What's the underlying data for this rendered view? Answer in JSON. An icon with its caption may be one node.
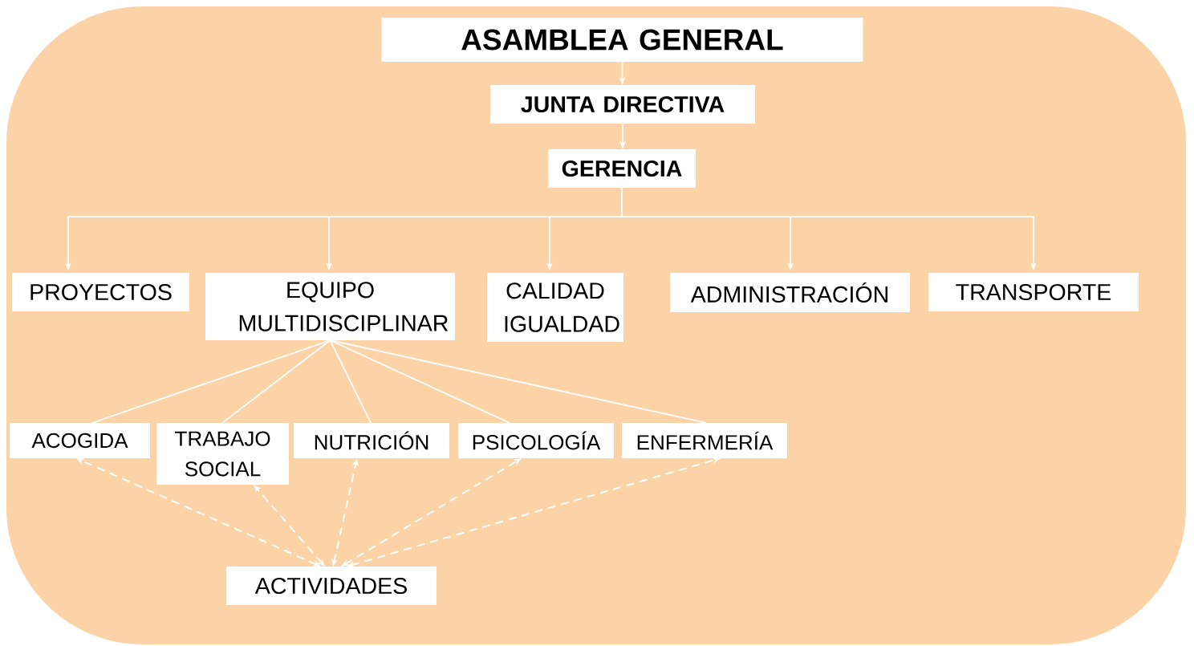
{
  "diagram": {
    "nodes": [
      {
        "text": [
          "ASAMBLEA GENERAL"
        ]
      },
      {
        "text": [
          "JUNTA DIRECTIVA"
        ]
      },
      {
        "text": [
          "GERENCIA"
        ]
      },
      {
        "text": [
          "PROYECTOS"
        ]
      },
      {
        "text": [
          "EQUIPO MULTIDISCIPLINAR"
        ]
      },
      {
        "text": [
          "CALIDAD IGUALDAD"
        ]
      },
      {
        "text": [
          "ADMINISTRACIÓN"
        ]
      },
      {
        "text": [
          "TRANSPORTE"
        ]
      },
      {
        "text": [
          "ACOGIDA"
        ]
      },
      {
        "text": [
          "TRABAJO SOCIAL"
        ]
      },
      {
        "text": [
          "NUTRICIÓN"
        ]
      },
      {
        "text": [
          "PSICOLOGÍA"
        ]
      },
      {
        "text": [
          "ENFERMERÍA"
        ]
      },
      {
        "text": [
          "ACTIVIDADES"
        ]
      }
    ],
    "edges": [
      {
        "from": 0,
        "to": 1,
        "arrow": "to"
      },
      {
        "from": 1,
        "to": 2,
        "arrow": "to"
      },
      {
        "from": 2,
        "to": 3,
        "arrow": "to"
      },
      {
        "from": 2,
        "to": 4,
        "arrow": "to"
      },
      {
        "from": 2,
        "to": 5,
        "arrow": "to"
      },
      {
        "from": 2,
        "to": 6,
        "arrow": "to"
      },
      {
        "from": 2,
        "to": 7,
        "arrow": "to"
      },
      {
        "from": 4,
        "to": 8,
        "arrow": "none"
      },
      {
        "from": 4,
        "to": 9,
        "arrow": "none"
      },
      {
        "from": 4,
        "to": 10,
        "arrow": "none"
      },
      {
        "from": 4,
        "to": 11,
        "arrow": "none"
      },
      {
        "from": 4,
        "to": 12,
        "arrow": "none"
      },
      {
        "from": 13,
        "to": 8,
        "arrow": "both",
        "style": "dashed"
      },
      {
        "from": 13,
        "to": 9,
        "arrow": "both",
        "style": "dashed"
      },
      {
        "from": 13,
        "to": 10,
        "arrow": "both",
        "style": "dashed"
      },
      {
        "from": 13,
        "to": 11,
        "arrow": "both",
        "style": "dashed"
      },
      {
        "from": 13,
        "to": 12,
        "arrow": "both",
        "style": "dashed"
      }
    ]
  }
}
